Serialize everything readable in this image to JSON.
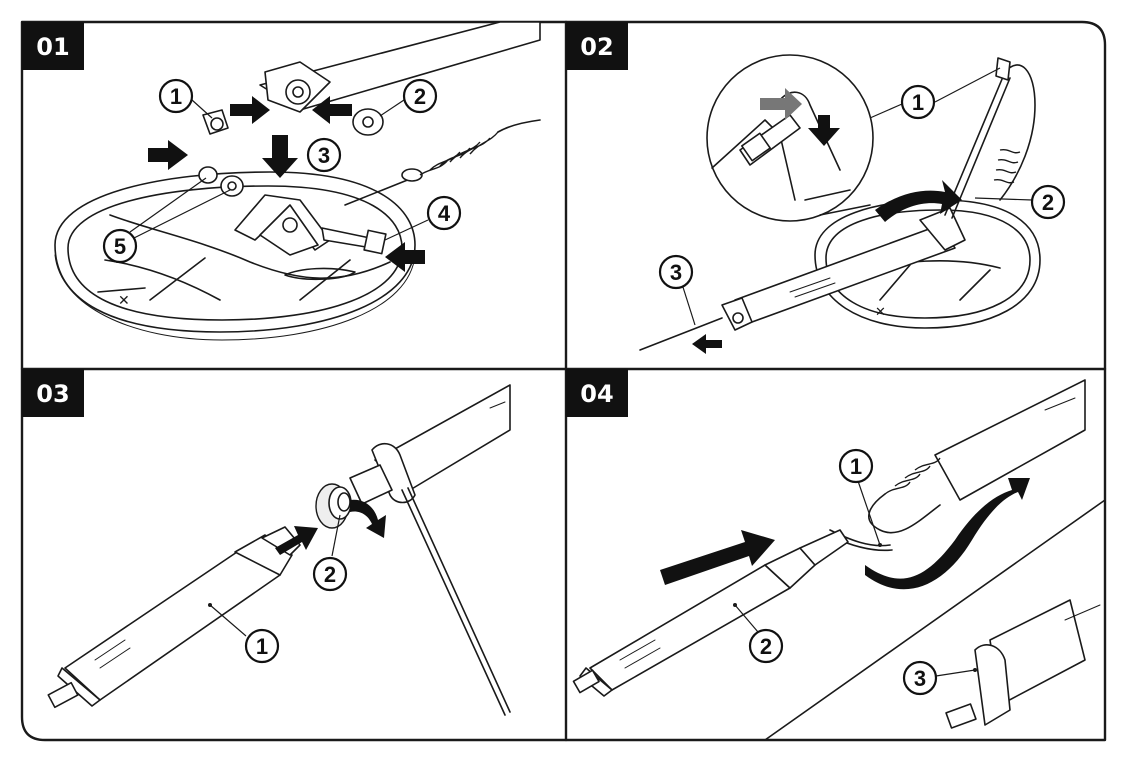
{
  "panels": [
    {
      "id": "01",
      "label": "01",
      "callouts": [
        "1",
        "2",
        "3",
        "4",
        "5"
      ]
    },
    {
      "id": "02",
      "label": "02",
      "callouts": [
        "1",
        "2",
        "3"
      ]
    },
    {
      "id": "03",
      "label": "03",
      "callouts": [
        "1",
        "2"
      ]
    },
    {
      "id": "04",
      "label": "04",
      "callouts": [
        "1",
        "2",
        "3"
      ]
    }
  ],
  "colors": {
    "ink": "#1a1a1a",
    "label_bg": "#111111",
    "label_text": "#ffffff",
    "accent_grey": "#777777"
  }
}
